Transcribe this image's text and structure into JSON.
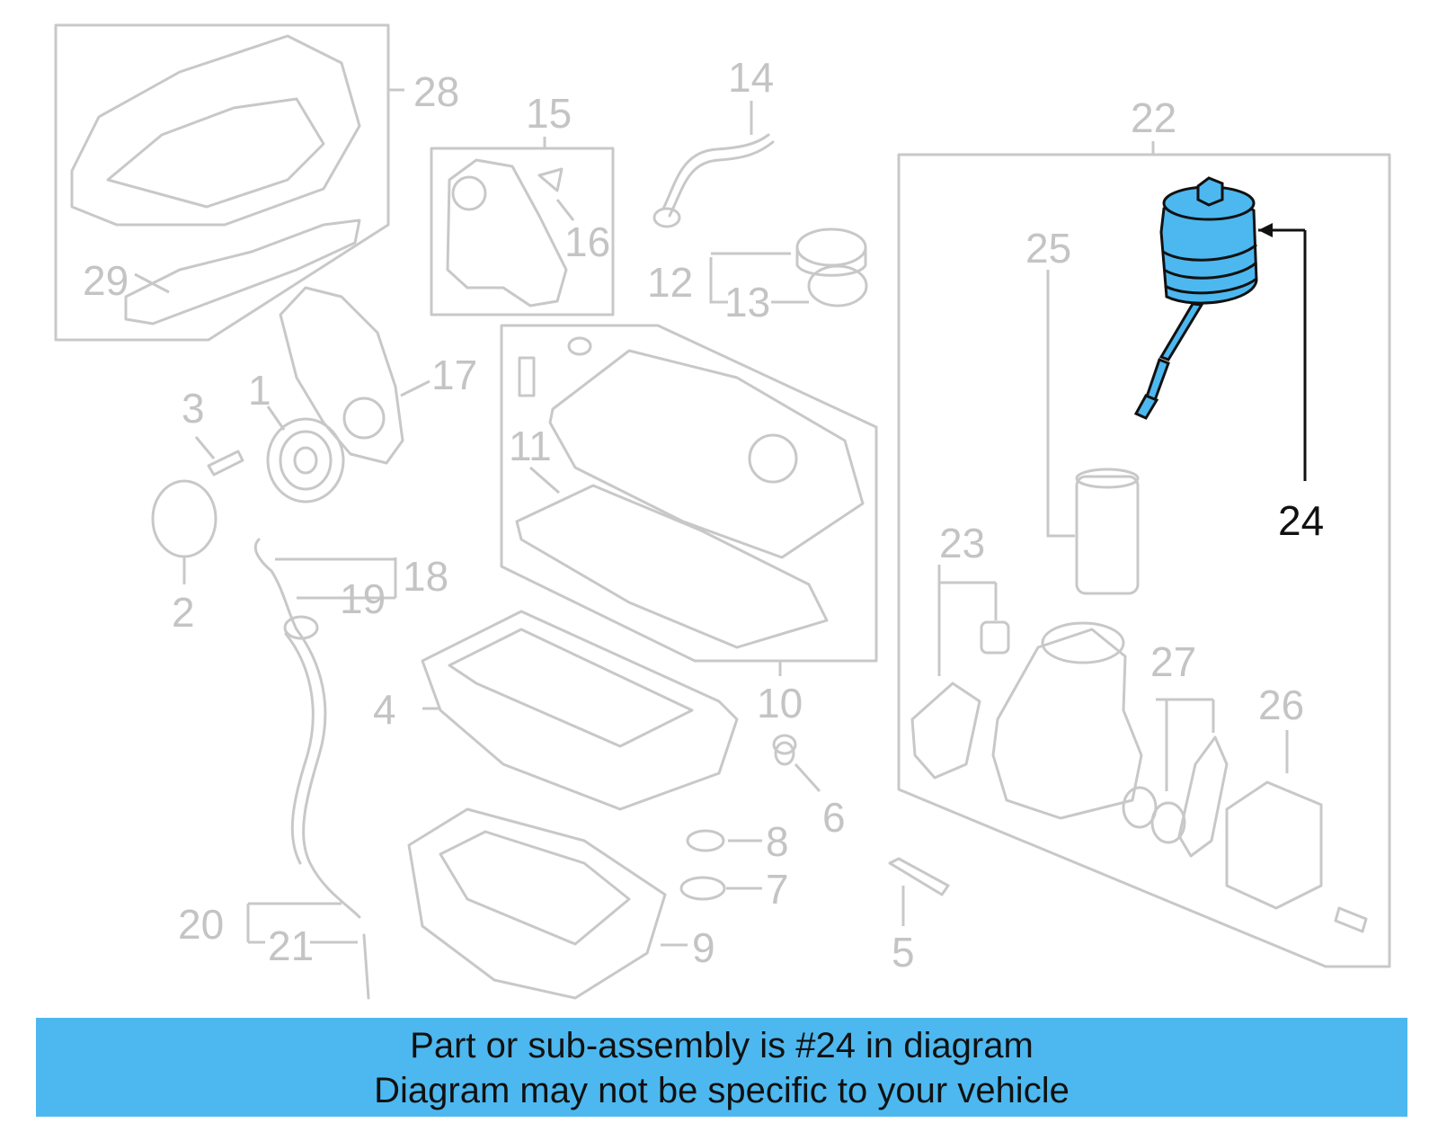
{
  "banner": {
    "line1": "Part or sub-assembly is #24 in diagram",
    "line2": "Diagram may not be specific to your vehicle"
  },
  "highlight_color": "#4db8ef",
  "callouts": {
    "c1": "1",
    "c2": "2",
    "c3": "3",
    "c4": "4",
    "c5": "5",
    "c6": "6",
    "c7": "7",
    "c8": "8",
    "c9": "9",
    "c10": "10",
    "c11": "11",
    "c12": "12",
    "c13": "13",
    "c14": "14",
    "c15": "15",
    "c16": "16",
    "c17": "17",
    "c18": "18",
    "c19": "19",
    "c20": "20",
    "c21": "21",
    "c22": "22",
    "c23": "23",
    "c24": "24",
    "c25": "25",
    "c26": "26",
    "c27": "27",
    "c28": "28",
    "c29": "29"
  },
  "highlighted_part": "24"
}
